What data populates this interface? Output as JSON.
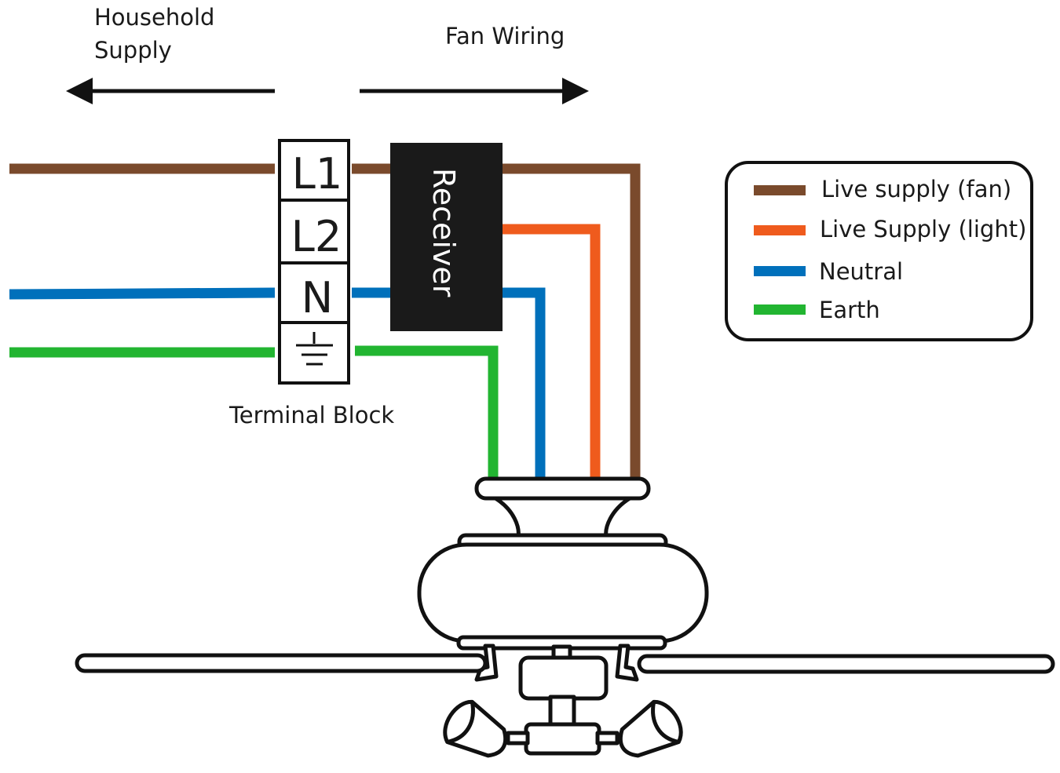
{
  "labels": {
    "household_supply_line1": "Household",
    "household_supply_line2": "Supply",
    "fan_wiring": "Fan Wiring",
    "terminal_block": "Terminal Block",
    "receiver": "Receiver"
  },
  "terminals": {
    "l1": "L1",
    "l2": "L2",
    "n": "N",
    "earth_icon": "earth-ground-icon"
  },
  "legend": {
    "items": [
      {
        "label": "Live supply (fan)",
        "color": "#7a4a2c"
      },
      {
        "label": "Live Supply (light)",
        "color": "#ef5b1d"
      },
      {
        "label": "Neutral",
        "color": "#0070bb"
      },
      {
        "label": "Earth",
        "color": "#22b531"
      }
    ]
  },
  "colors": {
    "live_fan": "#7a4a2c",
    "live_light": "#ef5b1d",
    "neutral": "#0070bb",
    "earth": "#22b531",
    "receiver_fill": "#1a1a1a",
    "outline": "#111111"
  },
  "icons": {
    "arrow_left": "arrow-left-icon",
    "arrow_right": "arrow-right-icon",
    "ceiling_fan": "ceiling-fan-icon"
  }
}
